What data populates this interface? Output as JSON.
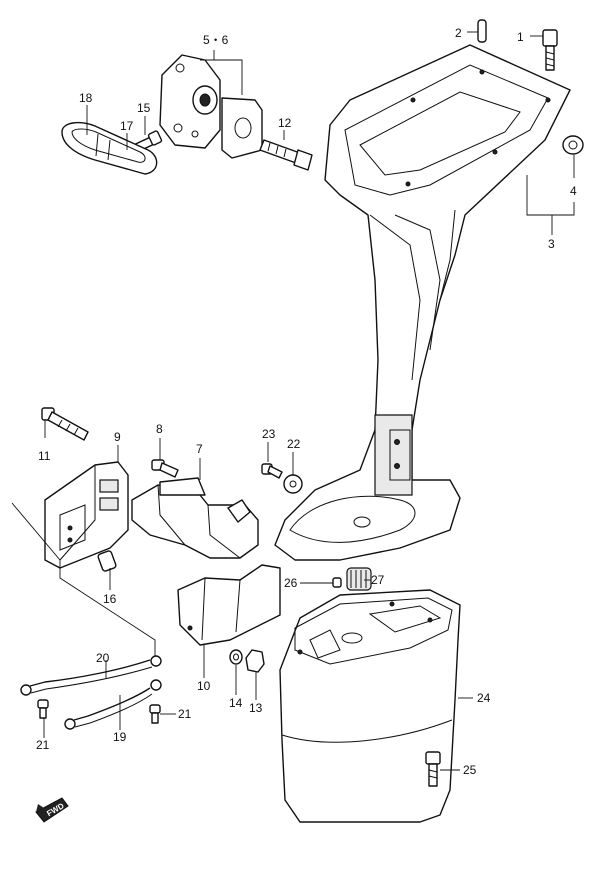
{
  "diagram": {
    "callouts": {
      "c1": "1",
      "c2": "2",
      "c3": "3",
      "c4": "4",
      "c56": "5・6",
      "c7": "7",
      "c8": "8",
      "c9": "9",
      "c10": "10",
      "c11": "11",
      "c12": "12",
      "c13": "13",
      "c14": "14",
      "c15": "15",
      "c16": "16",
      "c17": "17",
      "c18": "18",
      "c19": "19",
      "c20": "20",
      "c21a": "21",
      "c21b": "21",
      "c22": "22",
      "c23": "23",
      "c24": "24",
      "c25": "25",
      "c26": "26",
      "c27": "27"
    },
    "forward_marker": "FWD"
  }
}
